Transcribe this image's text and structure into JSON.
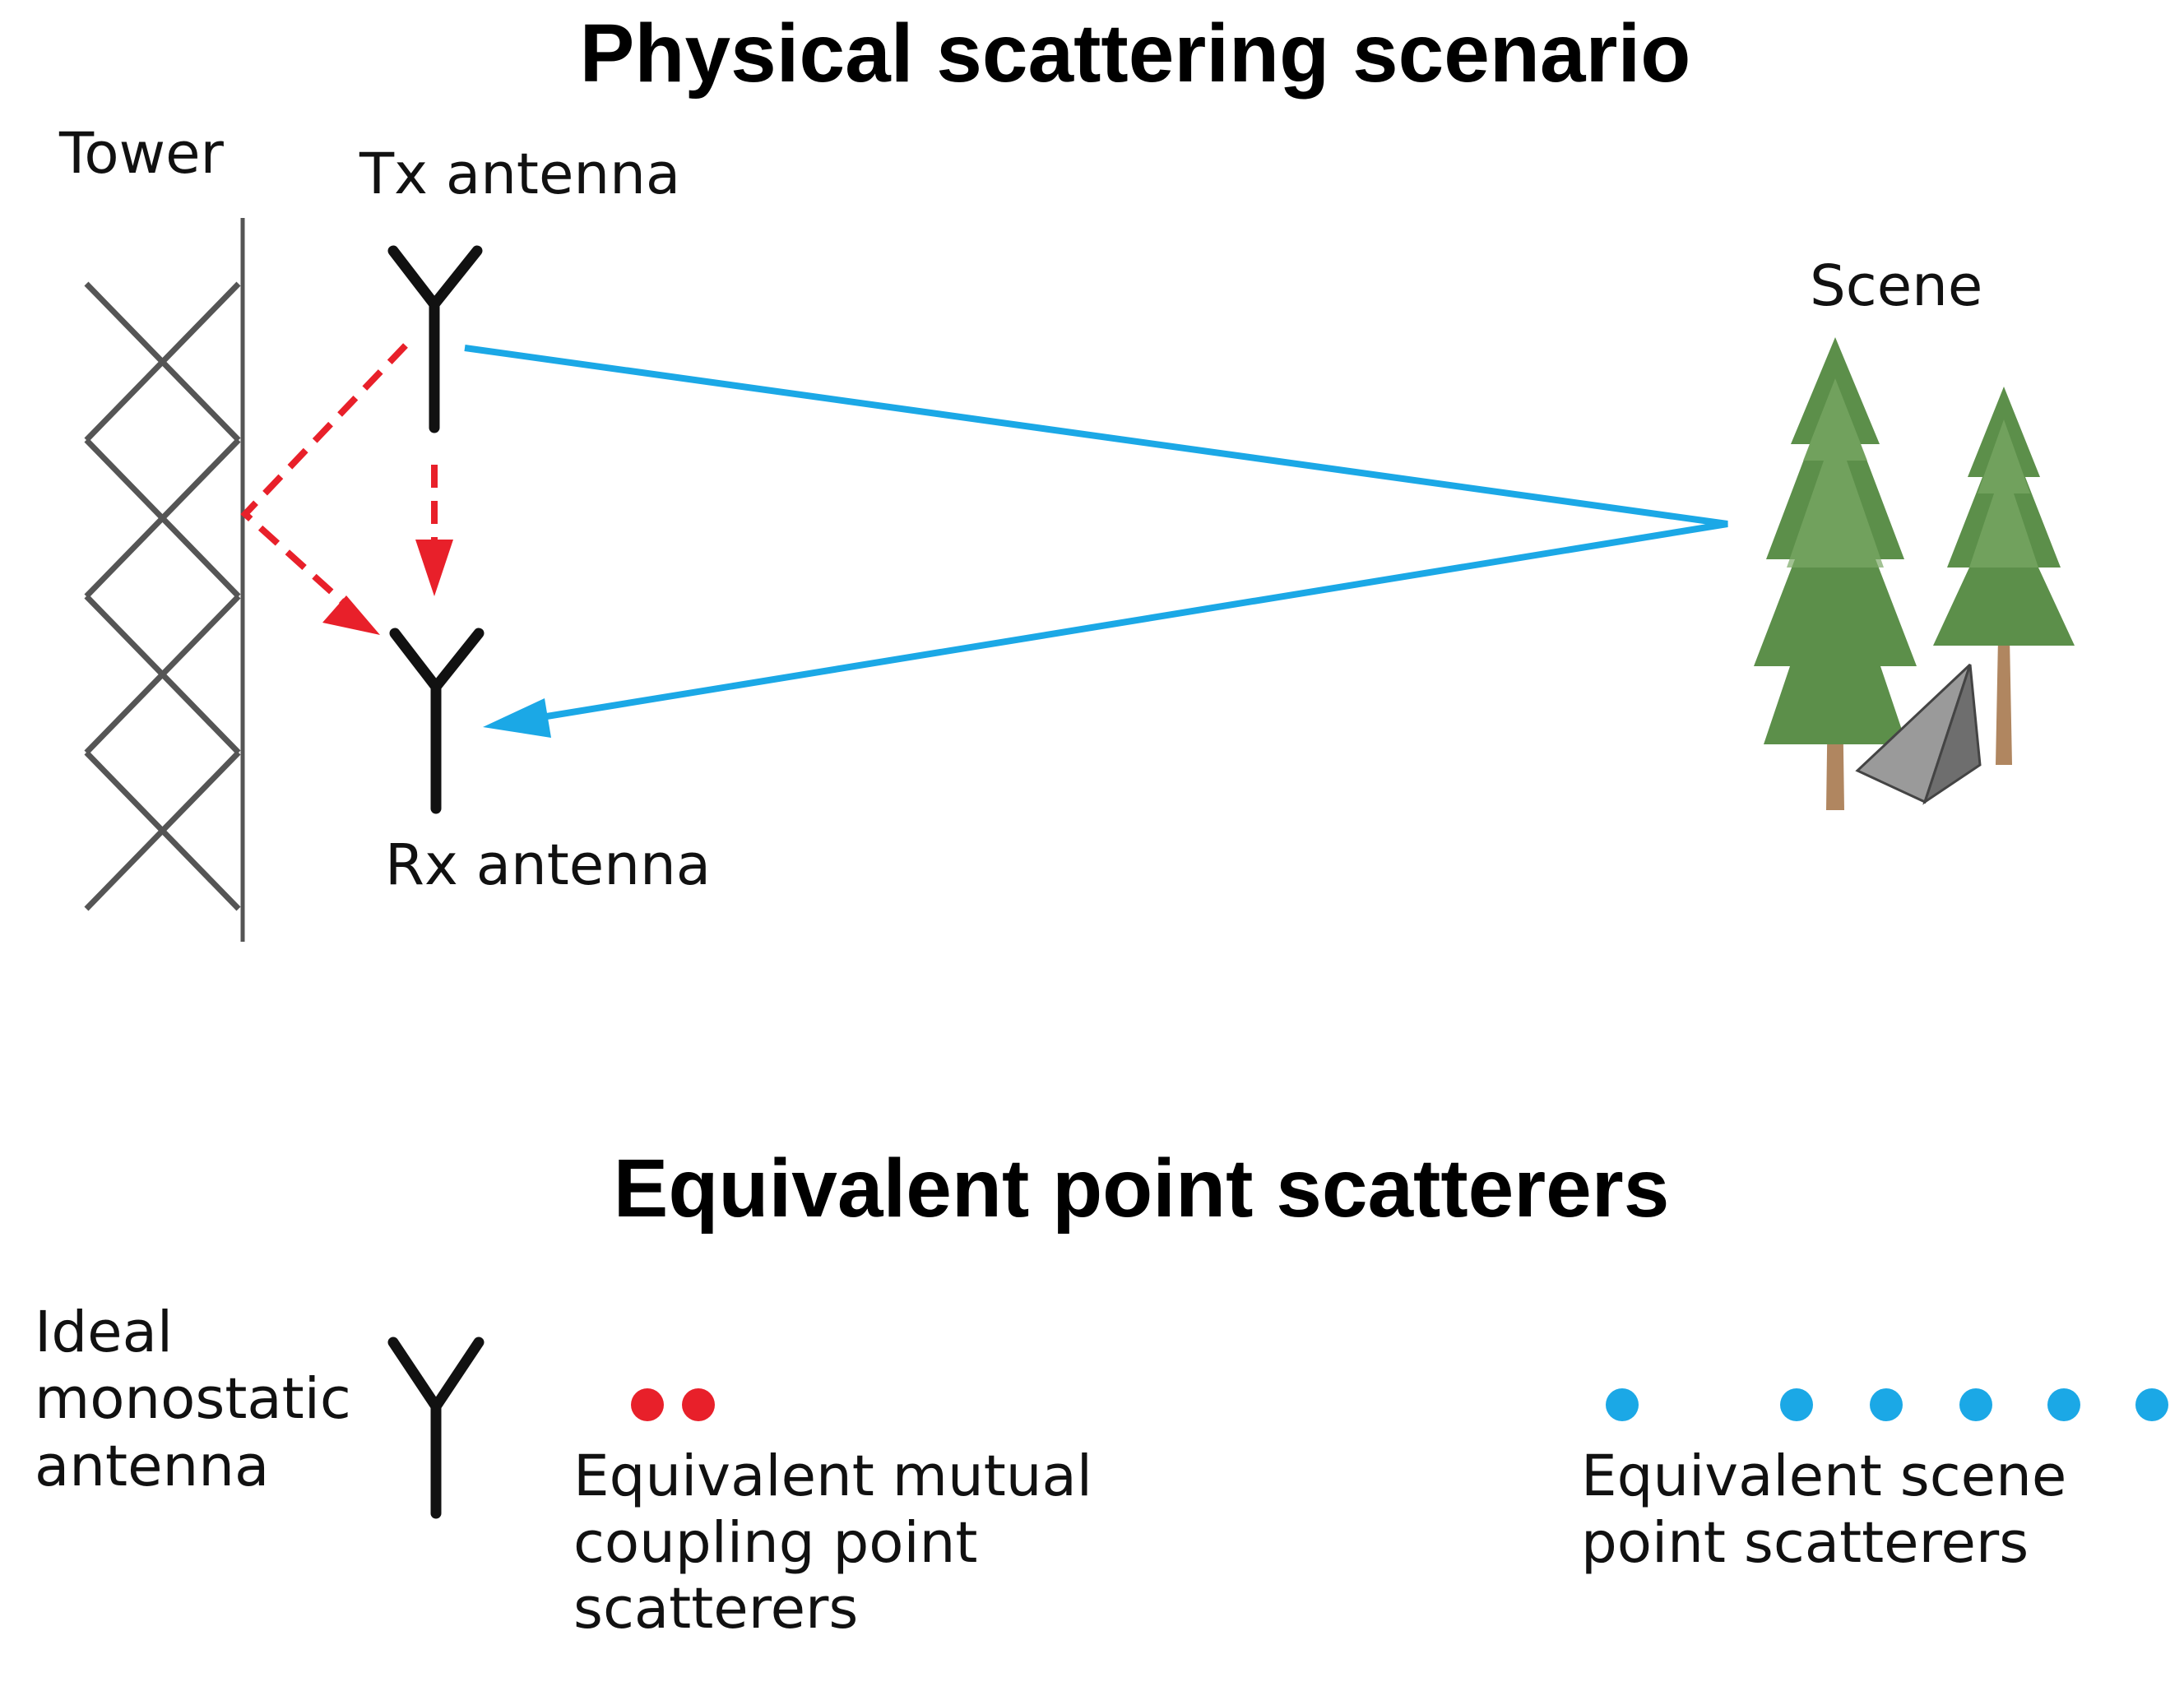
{
  "titles": {
    "top": "Physical scattering scenario",
    "bottom": "Equivalent point scatterers"
  },
  "labels": {
    "tower": "Tower",
    "tx": "Tx antenna",
    "rx": "Rx antenna",
    "scene": "Scene",
    "ideal": "Ideal\nmonostatic\nantenna",
    "mutual": "Equivalent mutual\ncoupling point\nscatterers",
    "scene_points": "Equivalent scene\npoint scatterers"
  },
  "colors": {
    "coupling": "#e8202a",
    "scene_path": "#1ba8e6",
    "antenna": "#111111",
    "tower": "#555555",
    "foliage": "#5c8f4a",
    "trunk": "#b08660",
    "rock": "#8e8e8e"
  },
  "icons": [
    "tower-lattice-icon",
    "antenna-icon",
    "tree-icon",
    "rock-icon"
  ]
}
